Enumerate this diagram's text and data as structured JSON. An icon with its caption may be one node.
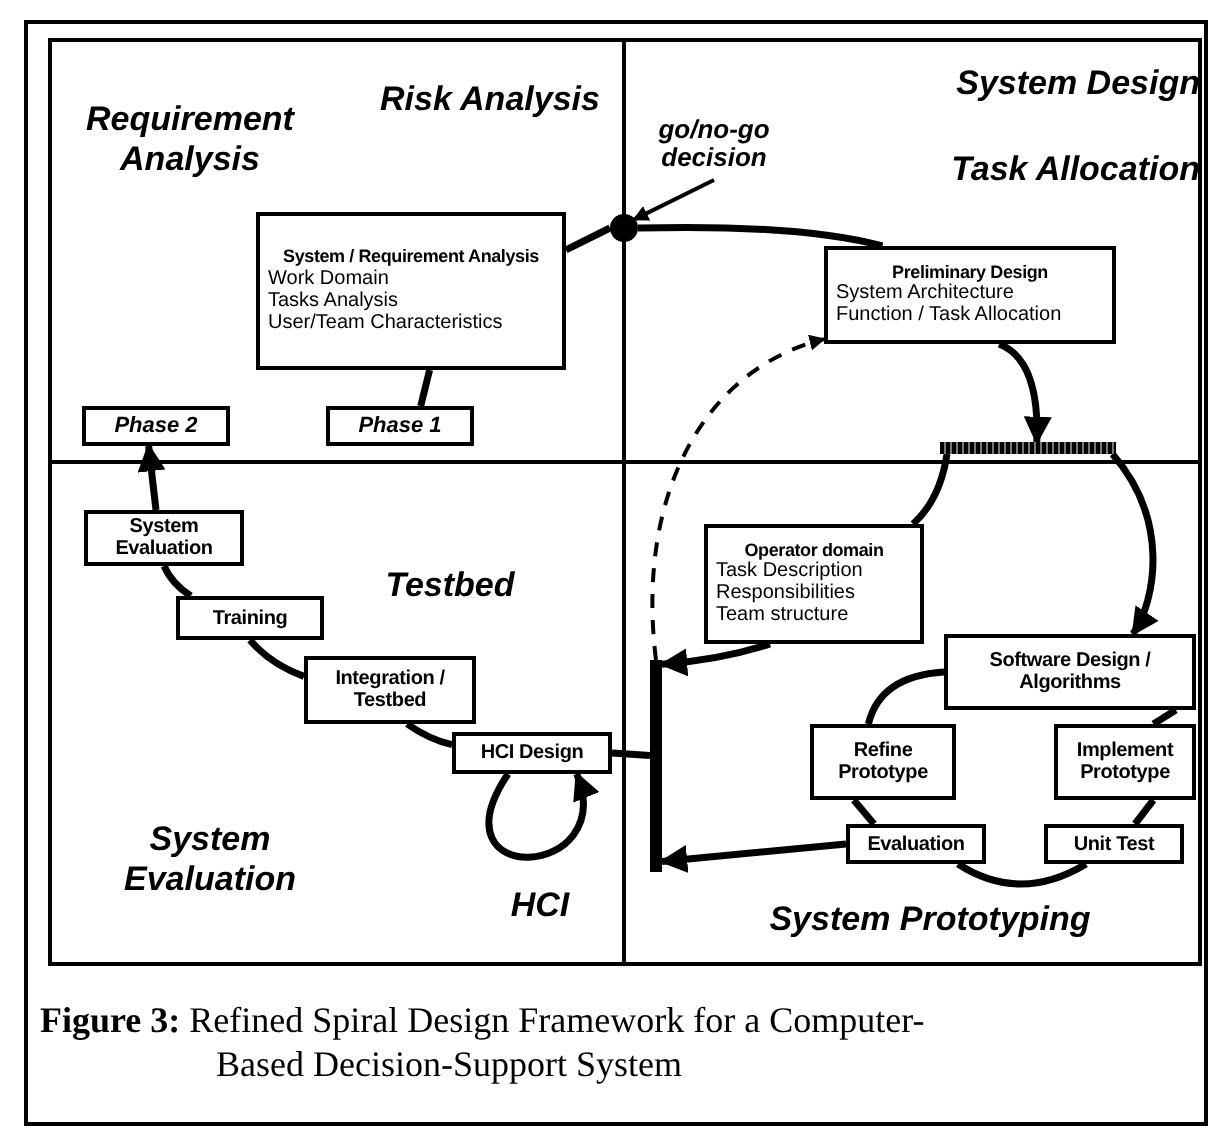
{
  "diagram": {
    "caption": "**Figure 3:** Refined Spiral Design Framework for a Computer-Based Decision-Support System",
    "nodes": [
      {
        "text": [
          "System / Requirement Analysis",
          "Work Domain",
          "Tasks Analysis",
          "User/Team Characteristics"
        ]
      },
      {
        "text": [
          "Phase 1"
        ]
      },
      {
        "text": [
          "Phase 2"
        ]
      },
      {
        "text": [],
        "shape": "circle"
      },
      {
        "text": [
          "go/no-go decision"
        ]
      },
      {
        "text": [
          "Preliminary Design",
          "System Architecture",
          "Function / Task Allocation"
        ]
      },
      {
        "text": [],
        "shape": "bar"
      },
      {
        "text": [
          "Operator domain",
          "Task Description",
          "Responsibilities",
          "Team structure"
        ]
      },
      {
        "text": [
          "Software Design / Algorithms"
        ]
      },
      {
        "text": [
          "Refine Prototype"
        ]
      },
      {
        "text": [
          "Implement Prototype"
        ]
      },
      {
        "text": [
          "Evaluation"
        ]
      },
      {
        "text": [
          "Unit Test"
        ]
      },
      {
        "text": [
          "System Evaluation"
        ]
      },
      {
        "text": [
          "Training"
        ]
      },
      {
        "text": [
          "Integration / Testbed"
        ]
      },
      {
        "text": [
          "HCI Design"
        ]
      },
      {
        "text": [],
        "shape": "bar"
      }
    ],
    "edges": [
      {
        "from": 1,
        "to": 0,
        "arrow": "none"
      },
      {
        "from": 0,
        "to": 3,
        "arrow": "none"
      },
      {
        "from": 3,
        "to": 5,
        "arrow": "none"
      },
      {
        "from": 4,
        "to": 3,
        "arrow": "to"
      },
      {
        "from": 5,
        "to": 6,
        "arrow": "to"
      },
      {
        "from": 6,
        "to": 7,
        "arrow": "none"
      },
      {
        "from": 6,
        "to": 8,
        "arrow": "to"
      },
      {
        "from": 8,
        "to": 10,
        "arrow": "none"
      },
      {
        "from": 10,
        "to": 12,
        "arrow": "none"
      },
      {
        "from": 12,
        "to": 11,
        "arrow": "none"
      },
      {
        "from": 11,
        "to": 9,
        "arrow": "none"
      },
      {
        "from": 9,
        "to": 8,
        "arrow": "none"
      },
      {
        "from": 7,
        "to": 17,
        "arrow": "to"
      },
      {
        "from": 11,
        "to": 17,
        "arrow": "to"
      },
      {
        "from": 16,
        "to": 17,
        "arrow": "none"
      },
      {
        "from": 17,
        "to": 5,
        "arrow": "to",
        "style": "dashed"
      },
      {
        "from": 16,
        "to": 15,
        "arrow": "none"
      },
      {
        "from": 15,
        "to": 14,
        "arrow": "none"
      },
      {
        "from": 14,
        "to": 13,
        "arrow": "none"
      },
      {
        "from": 13,
        "to": 2,
        "arrow": "to"
      },
      {
        "from": 16,
        "to": 16,
        "arrow": "to"
      }
    ],
    "labels": [
      "Requirement Analysis",
      "Risk Analysis",
      "System Design",
      "Task Allocation",
      "Testbed",
      "System Evaluation",
      "HCI",
      "System Prototyping"
    ]
  }
}
